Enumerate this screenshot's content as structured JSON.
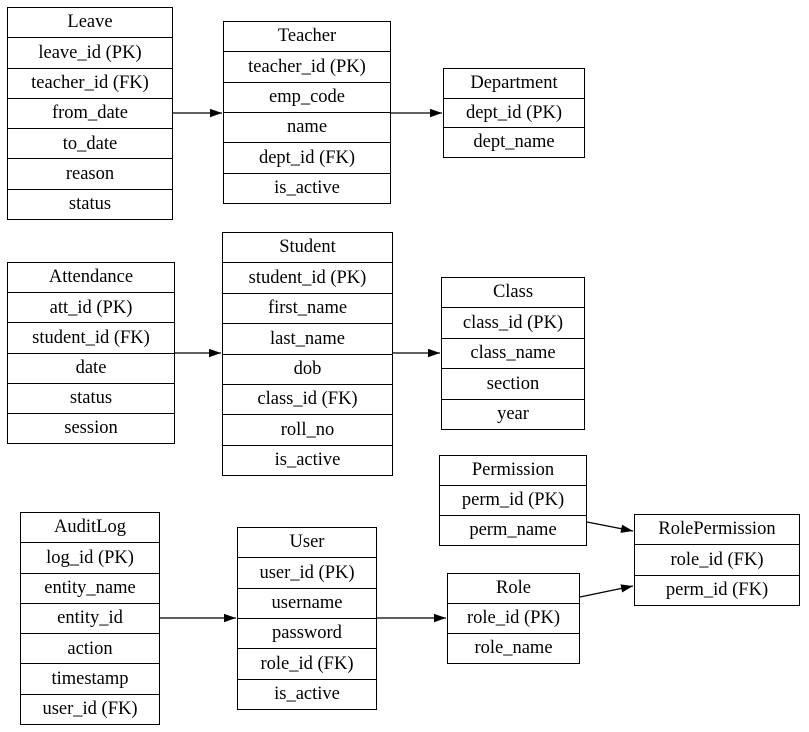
{
  "diagram": {
    "type": "entity-relationship-diagram",
    "background_color": "#ffffff",
    "line_color": "#000000",
    "text_color": "#000000"
  },
  "tables": {
    "leave": {
      "title": "Leave",
      "rows": [
        "leave_id (PK)",
        "teacher_id (FK)",
        "from_date",
        "to_date",
        "reason",
        "status"
      ]
    },
    "teacher": {
      "title": "Teacher",
      "rows": [
        "teacher_id (PK)",
        "emp_code",
        "name",
        "dept_id (FK)",
        "is_active"
      ]
    },
    "department": {
      "title": "Department",
      "rows": [
        "dept_id (PK)",
        "dept_name"
      ]
    },
    "attendance": {
      "title": "Attendance",
      "rows": [
        "att_id (PK)",
        "student_id (FK)",
        "date",
        "status",
        "session"
      ]
    },
    "student": {
      "title": "Student",
      "rows": [
        "student_id (PK)",
        "first_name",
        "last_name",
        "dob",
        "class_id (FK)",
        "roll_no",
        "is_active"
      ]
    },
    "class": {
      "title": "Class",
      "rows": [
        "class_id (PK)",
        "class_name",
        "section",
        "year"
      ]
    },
    "auditlog": {
      "title": "AuditLog",
      "rows": [
        "log_id (PK)",
        "entity_name",
        "entity_id",
        "action",
        "timestamp",
        "user_id (FK)"
      ]
    },
    "user": {
      "title": "User",
      "rows": [
        "user_id (PK)",
        "username",
        "password",
        "role_id (FK)",
        "is_active"
      ]
    },
    "permission": {
      "title": "Permission",
      "rows": [
        "perm_id (PK)",
        "perm_name"
      ]
    },
    "role": {
      "title": "Role",
      "rows": [
        "role_id (PK)",
        "role_name"
      ]
    },
    "rolepermission": {
      "title": "RolePermission",
      "rows": [
        "role_id (FK)",
        "perm_id (FK)"
      ]
    }
  },
  "relations": [
    {
      "from": "Leave",
      "to": "Teacher"
    },
    {
      "from": "Teacher",
      "to": "Department"
    },
    {
      "from": "Attendance",
      "to": "Student"
    },
    {
      "from": "Student",
      "to": "Class"
    },
    {
      "from": "AuditLog",
      "to": "User"
    },
    {
      "from": "User",
      "to": "Role"
    },
    {
      "from": "Permission",
      "to": "RolePermission"
    },
    {
      "from": "Role",
      "to": "RolePermission"
    }
  ]
}
